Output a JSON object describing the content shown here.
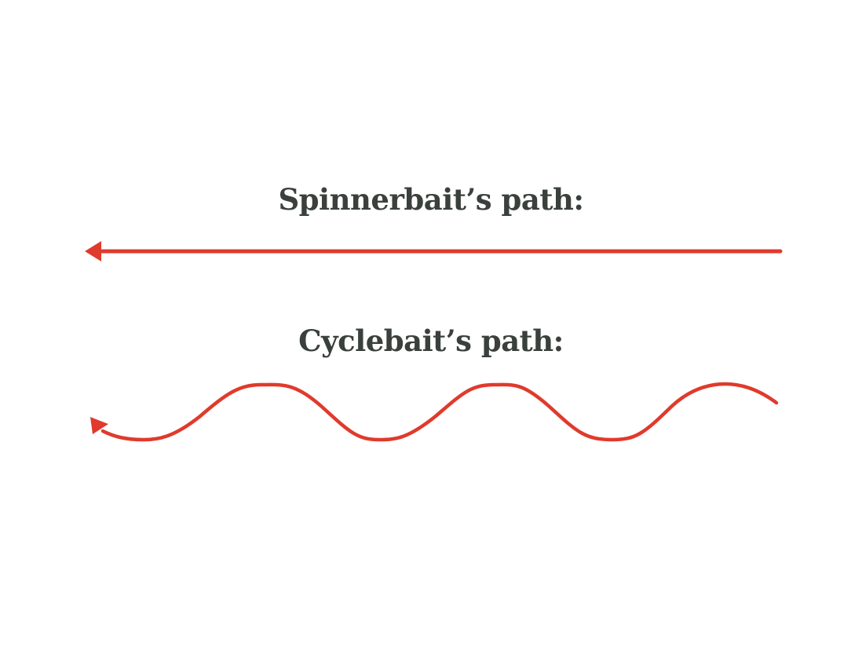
{
  "spinnerbait": {
    "label": "Spinnerbait’s path:",
    "path_style": "straight",
    "arrow_direction": "left"
  },
  "cyclebait": {
    "label": "Cyclebait’s path:",
    "path_style": "wavy",
    "arrow_direction": "left"
  },
  "colors": {
    "heading": "#3a403c",
    "path": "#e03a2c",
    "background": "#ffffff"
  }
}
